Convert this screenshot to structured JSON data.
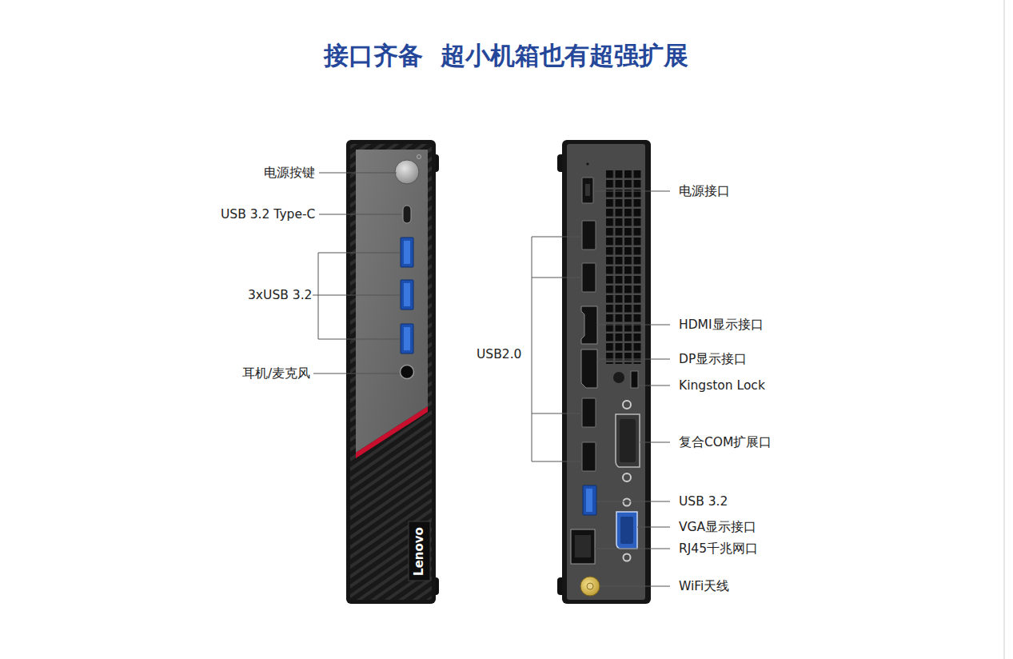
{
  "diagram": {
    "title": "接口齐备  超小机箱也有超强扩展",
    "labels": [
      "电源按键",
      "USB 3.2 Type-C",
      "3xUSB 3.2",
      "耳机/麦克风",
      "Lenovo",
      "USB2.0",
      "电源接口",
      "HDMI显示接口",
      "DP显示接口",
      "Kingston Lock",
      "复合COM扩展口",
      "USB 3.2",
      "VGA显示接口",
      "RJ45千兆网口",
      "WiFi天线"
    ]
  }
}
